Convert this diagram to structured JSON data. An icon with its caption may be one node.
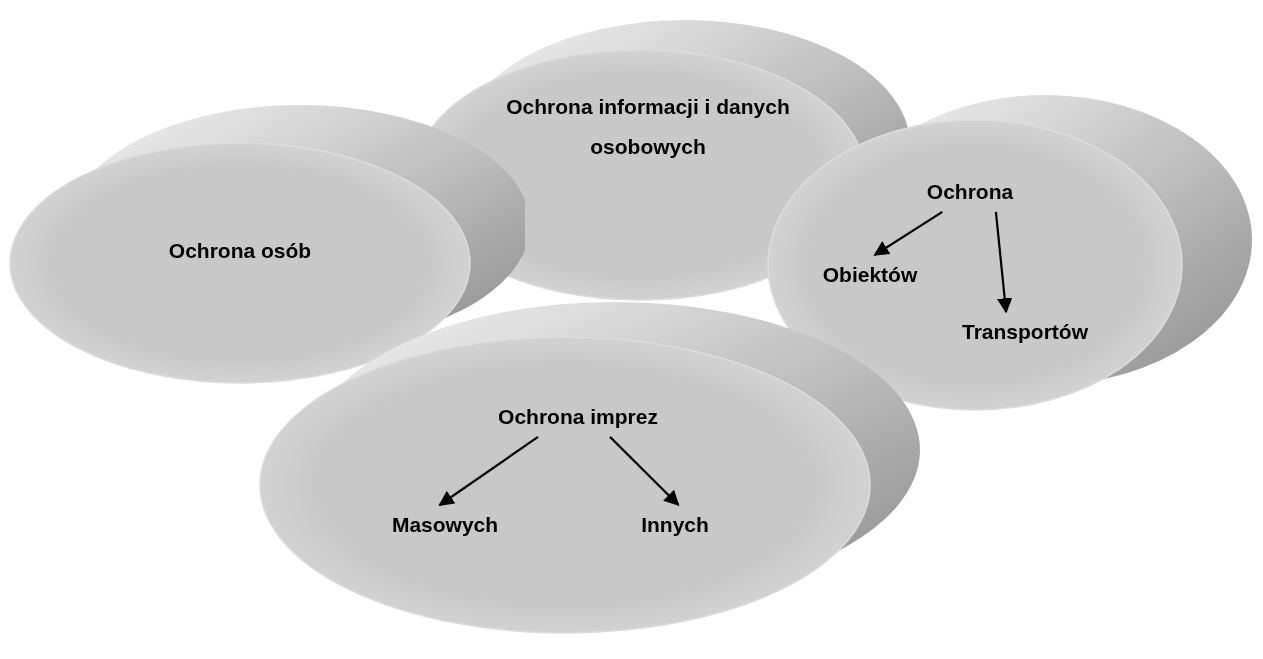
{
  "diagram": {
    "nodes": [
      {
        "text": [
          "Ochrona informacji i danych osobowych"
        ]
      },
      {
        "text": [
          "Ochrona osób"
        ]
      },
      {
        "text": [],
        "shape": "cylinder"
      },
      {
        "text": [
          "Ochrona"
        ],
        "in": 2
      },
      {
        "text": [
          "Obiektów"
        ],
        "in": 2
      },
      {
        "text": [
          "Transportów"
        ],
        "in": 2
      },
      {
        "text": [],
        "shape": "cylinder"
      },
      {
        "text": [
          "Ochrona imprez"
        ],
        "in": 6
      },
      {
        "text": [
          "Masowych"
        ],
        "in": 6
      },
      {
        "text": [
          "Innych"
        ],
        "in": 6
      }
    ],
    "edges": [
      {
        "from": 3,
        "to": 4,
        "arrow": "to"
      },
      {
        "from": 3,
        "to": 5,
        "arrow": "to"
      },
      {
        "from": 7,
        "to": 8,
        "arrow": "to"
      },
      {
        "from": 7,
        "to": 9,
        "arrow": "to"
      }
    ]
  }
}
